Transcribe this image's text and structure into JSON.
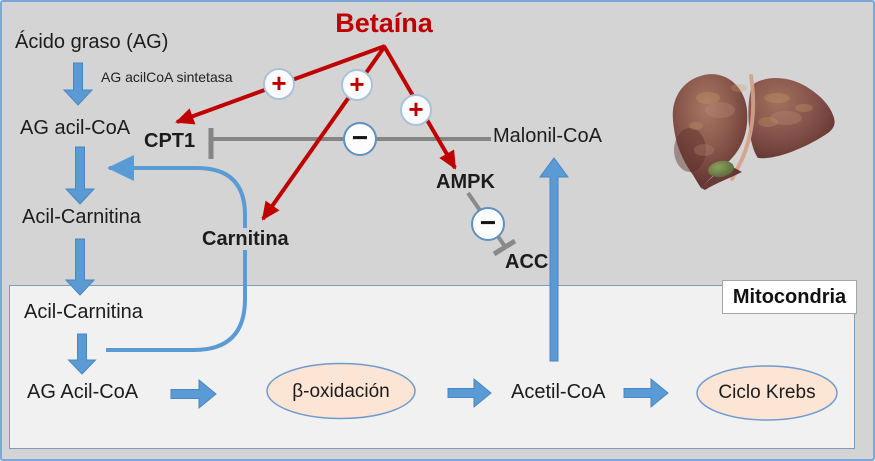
{
  "diagram": {
    "title": "Betaína",
    "labels": {
      "acido_graso": "Ácido graso (AG)",
      "enzima_sintetasa": "AG acilCoA sintetasa",
      "ag_acil_coa": "AG acil-CoA",
      "cpt1": "CPT1",
      "acil_carnitina_citosol": "Acil-Carnitina",
      "carnitina": "Carnitina",
      "malonil_coa": "Malonil-CoA",
      "ampk": "AMPK",
      "acc": "ACC",
      "mitocondria": "Mitocondria",
      "acil_carnitina_matriz": "Acil-Carnitina",
      "ag_acil_coa_matriz": "AG Acil-CoA",
      "beta_oxidacion": "β-oxidación",
      "acetil_coa": "Acetil-CoA",
      "ciclo_krebs": "Ciclo Krebs"
    },
    "signs": {
      "activation": "+",
      "inhibition": "−"
    },
    "colors": {
      "background": "#d4d4d4",
      "panel": "#f1f1f1",
      "accent_red": "#c00000",
      "arrow_blue": "#5b9bd5",
      "inhibit_gray": "#828282",
      "ellipse_fill": "#fce5d5",
      "outer_border": "#7da7d8"
    },
    "icons": {
      "liver": "liver-illustration"
    }
  }
}
